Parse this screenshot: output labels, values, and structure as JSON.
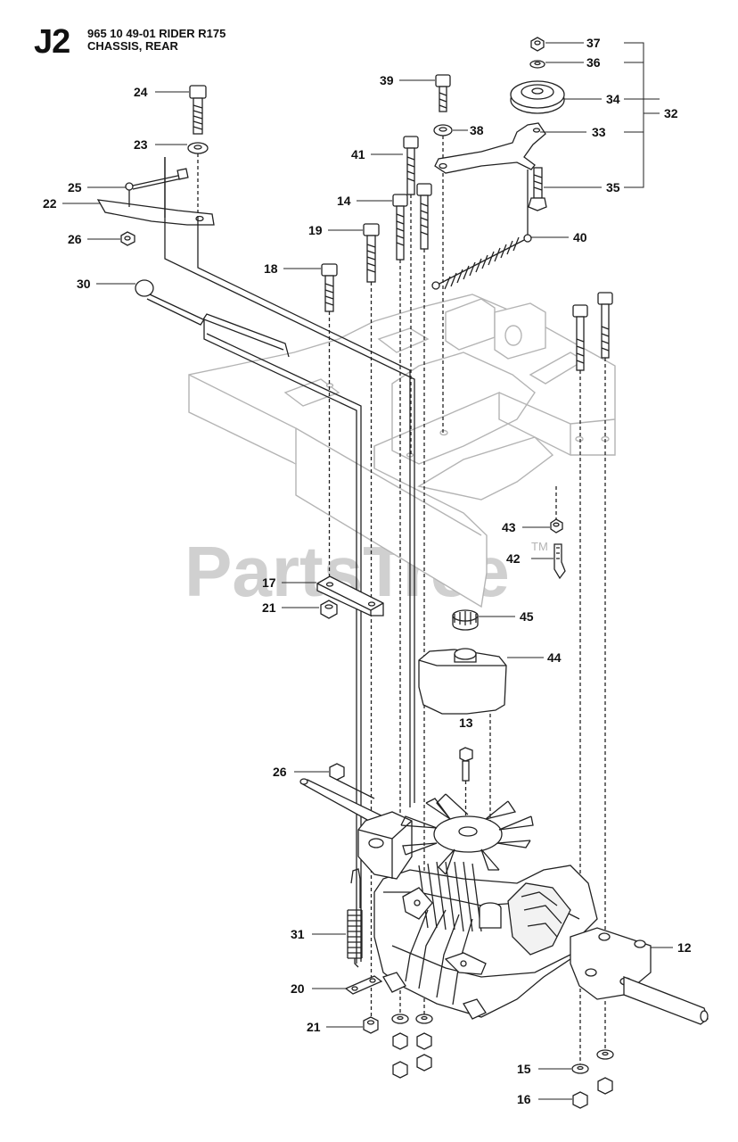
{
  "header": {
    "code": "J2",
    "model_line": "965 10 49-01 RIDER R175",
    "section_line": "CHASSIS, REAR"
  },
  "watermark": {
    "text": "PartsTree",
    "tm": "TM",
    "color": "#c8c8c8"
  },
  "colors": {
    "line": "#222222",
    "ghost": "#b4b4b4",
    "part_fill": "#ffffff",
    "shade": "#e6e6e6"
  },
  "callouts": {
    "c12": "12",
    "c13": "13",
    "c14": "14",
    "c15": "15",
    "c16": "16",
    "c17": "17",
    "c18": "18",
    "c19": "19",
    "c20": "20",
    "c21a": "21",
    "c21b": "21",
    "c22": "22",
    "c23": "23",
    "c24": "24",
    "c25": "25",
    "c26a": "26",
    "c26b": "26",
    "c30": "30",
    "c31": "31",
    "c32": "32",
    "c33": "33",
    "c34": "34",
    "c35": "35",
    "c36": "36",
    "c37": "37",
    "c38": "38",
    "c39": "39",
    "c40": "40",
    "c41": "41",
    "c42": "42",
    "c43": "43",
    "c44": "44",
    "c45": "45"
  }
}
